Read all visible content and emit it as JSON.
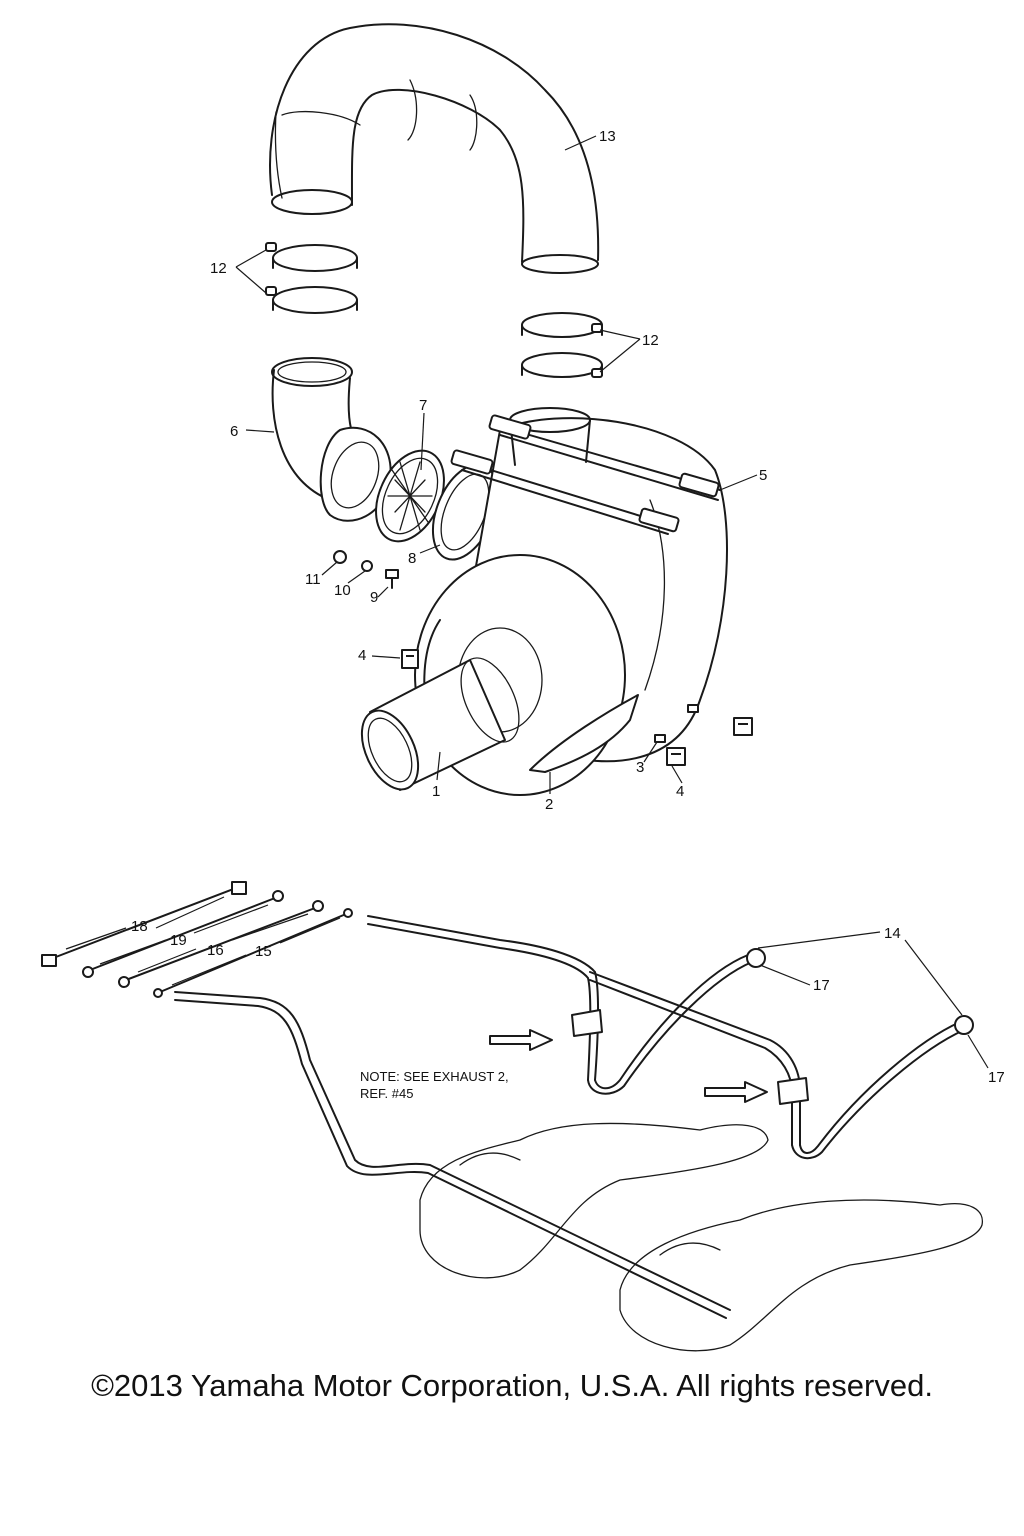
{
  "callouts": {
    "c1": "1",
    "c2": "2",
    "c3": "3",
    "c4a": "4",
    "c4b": "4",
    "c5": "5",
    "c6": "6",
    "c7": "7",
    "c8": "8",
    "c9": "9",
    "c10": "10",
    "c11": "11",
    "c12a": "12",
    "c12b": "12",
    "c13": "13",
    "c14": "14",
    "c15": "15",
    "c16": "16",
    "c17a": "17",
    "c17b": "17",
    "c18": "18",
    "c19": "19"
  },
  "note": {
    "line1": "NOTE: SEE EXHAUST 2,",
    "line2": "REF. #45"
  },
  "copyright": "©2013 Yamaha Motor Corporation, U.S.A. All rights reserved."
}
